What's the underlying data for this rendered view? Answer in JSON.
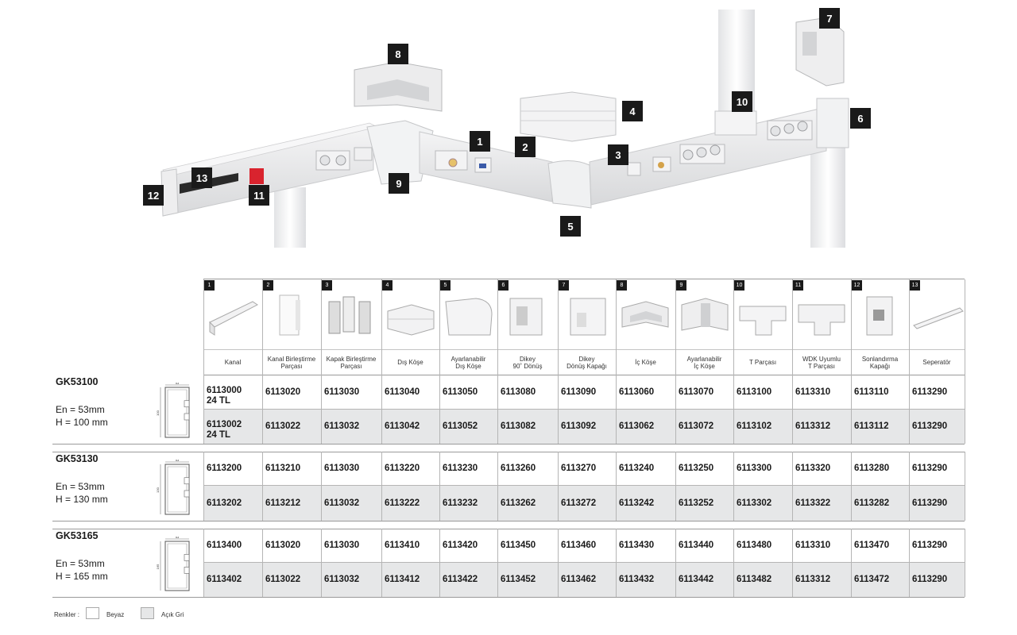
{
  "callouts": [
    "1",
    "2",
    "3",
    "4",
    "5",
    "6",
    "7",
    "8",
    "9",
    "10",
    "11",
    "12",
    "13"
  ],
  "columns": [
    {
      "num": "1",
      "label": "Kanal"
    },
    {
      "num": "2",
      "label": "Kanal Birleştirme\nParçası"
    },
    {
      "num": "3",
      "label": "Kapak Birleştirme\nParçası"
    },
    {
      "num": "4",
      "label": "Dış Köşe"
    },
    {
      "num": "5",
      "label": "Ayarlanabilir\nDış Köşe"
    },
    {
      "num": "6",
      "label": "Dikey\n90˚ Dönüş"
    },
    {
      "num": "7",
      "label": "Dikey\nDönüş Kapağı"
    },
    {
      "num": "8",
      "label": "İç Köşe"
    },
    {
      "num": "9",
      "label": "Ayarlanabilir\nİç Köşe"
    },
    {
      "num": "10",
      "label": "T Parçası"
    },
    {
      "num": "11",
      "label": "WDK Uyumlu\nT Parçası"
    },
    {
      "num": "12",
      "label": "Sonlandırma\nKapağı"
    },
    {
      "num": "13",
      "label": "Seperatör"
    }
  ],
  "groups": [
    {
      "name": "GK53100",
      "dims": "En = 53mm\nH = 100 mm",
      "profile_label_w": "53",
      "profile_label_h": "100",
      "rows": [
        [
          "6113000\n24 TL",
          "6113020",
          "6113030",
          "6113040",
          "6113050",
          "6113080",
          "6113090",
          "6113060",
          "6113070",
          "6113100",
          "6113310",
          "6113110",
          "6113290"
        ],
        [
          "6113002\n24 TL",
          "6113022",
          "6113032",
          "6113042",
          "6113052",
          "6113082",
          "6113092",
          "6113062",
          "6113072",
          "6113102",
          "6113312",
          "6113112",
          "6113290"
        ]
      ]
    },
    {
      "name": "GK53130",
      "dims": "En = 53mm\nH = 130 mm",
      "profile_label_w": "53",
      "profile_label_h": "130",
      "rows": [
        [
          "6113200",
          "6113210",
          "6113030",
          "6113220",
          "6113230",
          "6113260",
          "6113270",
          "6113240",
          "6113250",
          "6113300",
          "6113320",
          "6113280",
          "6113290"
        ],
        [
          "6113202",
          "6113212",
          "6113032",
          "6113222",
          "6113232",
          "6113262",
          "6113272",
          "6113242",
          "6113252",
          "6113302",
          "6113322",
          "6113282",
          "6113290"
        ]
      ]
    },
    {
      "name": "GK53165",
      "dims": "En = 53mm\nH = 165 mm",
      "profile_label_w": "53",
      "profile_label_h": "165",
      "rows": [
        [
          "6113400",
          "6113020",
          "6113030",
          "6113410",
          "6113420",
          "6113450",
          "6113460",
          "6113430",
          "6113440",
          "6113480",
          "6113310",
          "6113470",
          "6113290"
        ],
        [
          "6113402",
          "6113022",
          "6113032",
          "6113412",
          "6113422",
          "6113452",
          "6113462",
          "6113432",
          "6113442",
          "6113482",
          "6113312",
          "6113472",
          "6113290"
        ]
      ]
    }
  ],
  "legend": {
    "label": "Renkler :",
    "items": [
      {
        "name": "Beyaz",
        "color": "#ffffff"
      },
      {
        "name": "Açık Gri",
        "color": "#e6e7e8"
      }
    ]
  },
  "colors": {
    "row_alt": "#e6e7e8",
    "outlet_red": "#d9232e",
    "callout_bg": "#1a1a1a"
  }
}
